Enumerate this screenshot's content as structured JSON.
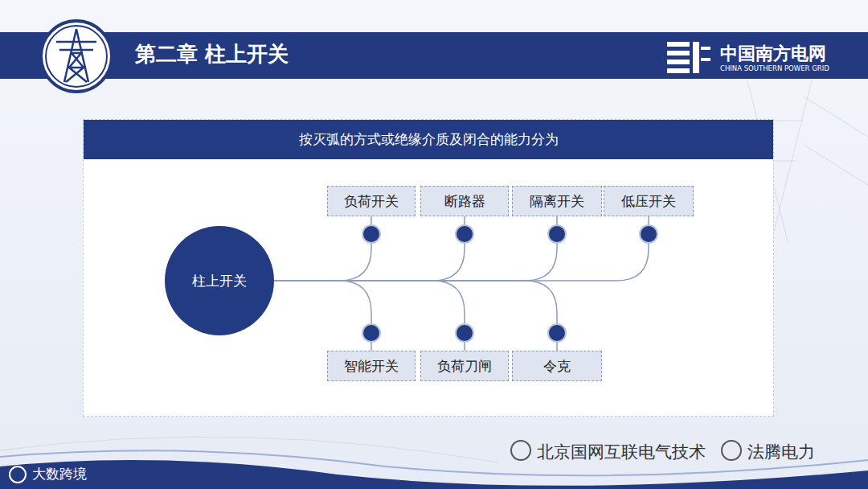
{
  "diagram": {
    "title": "第二章 柱上开关",
    "nodes": [
      {
        "text": [
          "按灭弧的方式或绝缘介质及闭合的能力分为"
        ]
      },
      {
        "text": [
          "柱上开关"
        ],
        "in": 0
      },
      {
        "text": [
          "负荷开关"
        ],
        "in": 0
      },
      {
        "text": [
          "断路器"
        ],
        "in": 0
      },
      {
        "text": [
          "隔离开关"
        ],
        "in": 0
      },
      {
        "text": [
          "低压开关"
        ],
        "in": 0
      },
      {
        "text": [
          "智能开关"
        ],
        "in": 0
      },
      {
        "text": [
          "负荷刀闸"
        ],
        "in": 0
      },
      {
        "text": [
          "令克"
        ],
        "in": 0
      }
    ],
    "edges": [
      {
        "from": 1,
        "to": 2,
        "arrow": "none"
      },
      {
        "from": 1,
        "to": 3,
        "arrow": "none"
      },
      {
        "from": 1,
        "to": 4,
        "arrow": "none"
      },
      {
        "from": 1,
        "to": 5,
        "arrow": "none"
      },
      {
        "from": 1,
        "to": 6,
        "arrow": "none"
      },
      {
        "from": 1,
        "to": 7,
        "arrow": "none"
      },
      {
        "from": 1,
        "to": 8,
        "arrow": "none"
      }
    ],
    "labels": [
      "中国南方电网",
      "CHINA SOUTHERN POWER GRID",
      "北京国网互联电气技术",
      "法腾电力",
      "大数跨境"
    ]
  }
}
